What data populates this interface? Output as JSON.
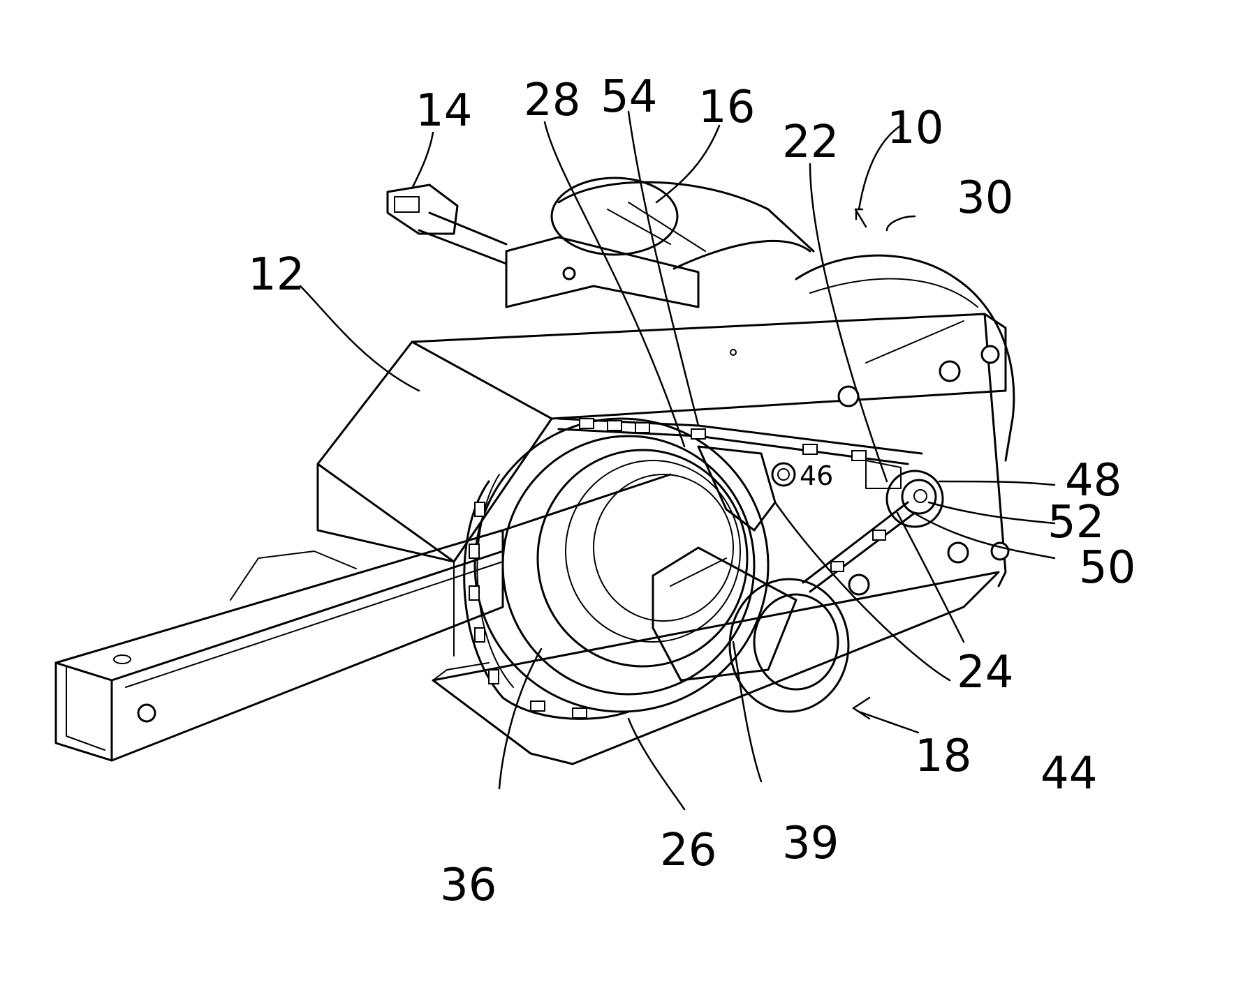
{
  "figure": {
    "reference_numerals": {
      "n10": "10",
      "n12": "12",
      "n14": "14",
      "n16": "16",
      "n18": "18",
      "n22": "22",
      "n24": "24",
      "n26": "26",
      "n28": "28",
      "n30": "30",
      "n36": "36",
      "n39": "39",
      "n44": "44",
      "n46": "46",
      "n48": "48",
      "n50": "50",
      "n52": "52",
      "n54": "54"
    }
  }
}
